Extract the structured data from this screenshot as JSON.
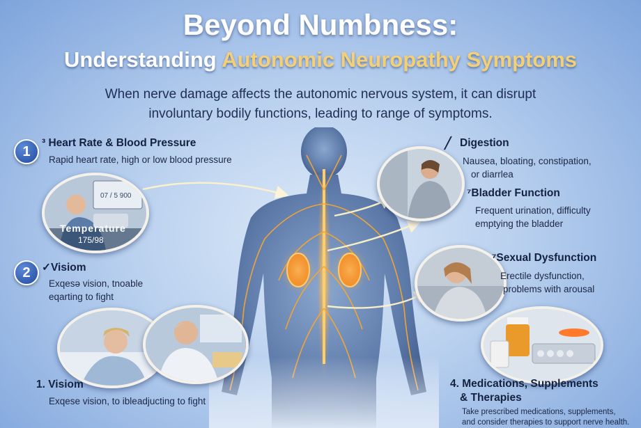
{
  "title": {
    "line1": "Beyond Numbness:",
    "line2_prefix": "Understanding ",
    "line2_accent": "Autonomic Neuropathy Symptoms"
  },
  "intro": {
    "line1": "When nerve damage affects the autonomic nervous system, it can disrupt",
    "line2": "involuntary bodily functions, leading to range of symptoms."
  },
  "left": {
    "heart": {
      "number": "1",
      "heading": "³ Heart Rate & Blood Pressure",
      "text": "Rapid heart rate, high or low blood pressure",
      "photo_label": "Temperature",
      "photo_value": "175/98",
      "monitor_text": "07 / 5 900"
    },
    "vision": {
      "number": "2",
      "heading": "✓Visiom",
      "text_line1": "Exqesə vision, tnoable",
      "text_line2": "eqarting to fight"
    },
    "vision2": {
      "heading": "1. Visiom",
      "text": "Exqese vision, to ibleadjucting to fight"
    }
  },
  "right": {
    "digestion": {
      "heading": "Digestion",
      "text_line1": "Nausea, bloating, constipation,",
      "text_line2": "or diarrlea"
    },
    "bladder": {
      "heading": "⁷Bladder Function",
      "text_line1": "Frequent urination, difficulty",
      "text_line2": "emptying the bladder"
    },
    "sexual": {
      "heading": "⁷Sexual Dysfunction",
      "text_line1": "Erectile dysfunction,",
      "text_line2": "problems with arousal"
    },
    "meds": {
      "heading_line1": "4. Medications, Supplements",
      "heading_line2": "& Therapies",
      "text_line1": "Take prescribed medications, supplements,",
      "text_line2": "and consider therapies to support nerve health."
    }
  },
  "icons": {
    "digestion_icon": "pencil-icon",
    "vision_icon": "checkmark-icon"
  },
  "colors": {
    "nerve_glow": "#f6a630",
    "accent_title": "#f3cf77",
    "badge_blue": "#1e4a9f"
  }
}
